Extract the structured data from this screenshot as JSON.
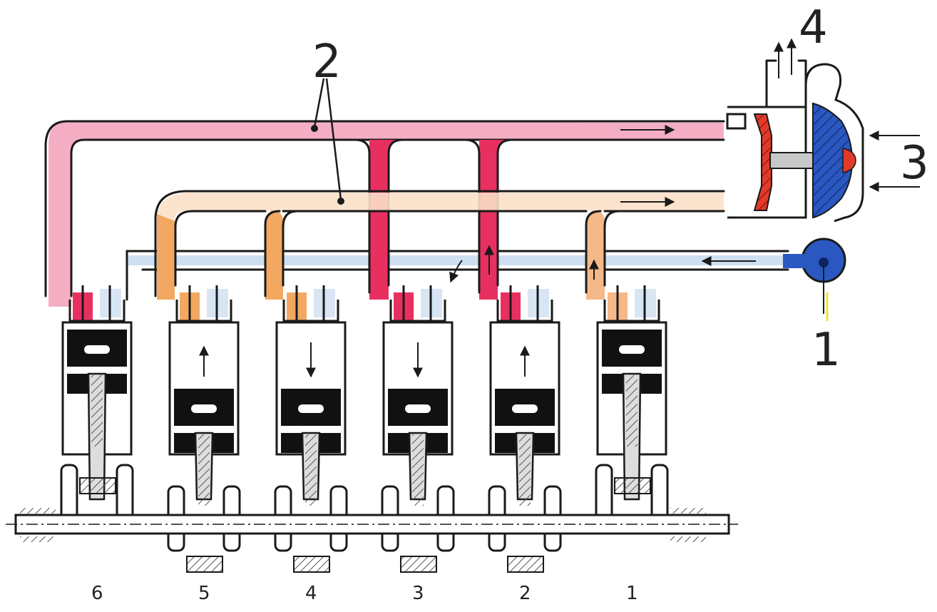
{
  "labels": {
    "intake_air": "1",
    "exhaust_manifolds": "2",
    "air_inlet": "3",
    "exhaust_outlet": "4"
  },
  "cylinders": [
    {
      "number": "6",
      "piston": "top",
      "arrow": "none"
    },
    {
      "number": "5",
      "piston": "bottom",
      "arrow": "up"
    },
    {
      "number": "4",
      "piston": "bottom",
      "arrow": "down"
    },
    {
      "number": "3",
      "piston": "bottom",
      "arrow": "down"
    },
    {
      "number": "2",
      "piston": "bottom",
      "arrow": "up"
    },
    {
      "number": "1",
      "piston": "top",
      "arrow": "none"
    }
  ],
  "colors": {
    "exhaust_hot": "#e83060",
    "exhaust_warm": "#f2a860",
    "intake_cool": "#a8c8e8",
    "compressor_blue": "#2a58c0",
    "turbine_red": "#e03a2a",
    "ink": "#1a1a1a",
    "hatch": "#888888"
  }
}
